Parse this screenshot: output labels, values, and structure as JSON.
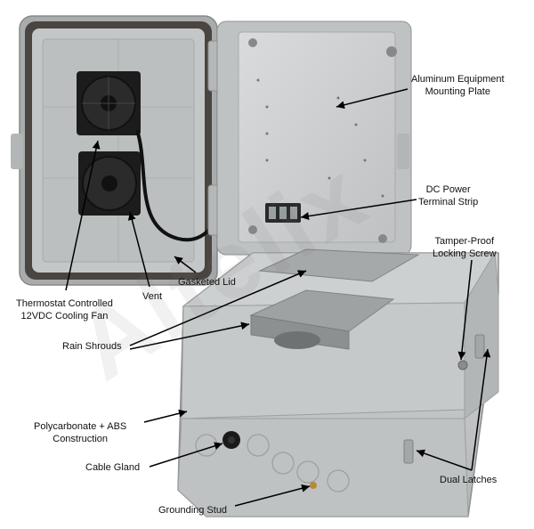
{
  "watermark": "Altelix",
  "labels": {
    "aluminum_plate": [
      "Aluminum Equipment",
      "Mounting Plate"
    ],
    "dc_power": [
      "DC Power",
      "Terminal Strip"
    ],
    "tamper_proof": [
      "Tamper-Proof",
      "Locking Screw"
    ],
    "thermostat_fan": [
      "Thermostat Controlled",
      "12VDC Cooling Fan"
    ],
    "vent": "Vent",
    "gasketed_lid": "Gasketed Lid",
    "rain_shrouds": "Rain Shrouds",
    "polycarbonate": [
      "Polycarbonate + ABS",
      "Construction"
    ],
    "cable_gland": "Cable Gland",
    "dual_latches": "Dual Latches",
    "grounding_stud": "Grounding Stud"
  },
  "colors": {
    "enclosure_gray": "#c9cccd",
    "interior_gray": "#b9bcbd",
    "gasket_dark": "#4a4540",
    "fan_black": "#1c1c1c",
    "plate_metal": "#cfd1d2",
    "arrow": "#000000"
  }
}
